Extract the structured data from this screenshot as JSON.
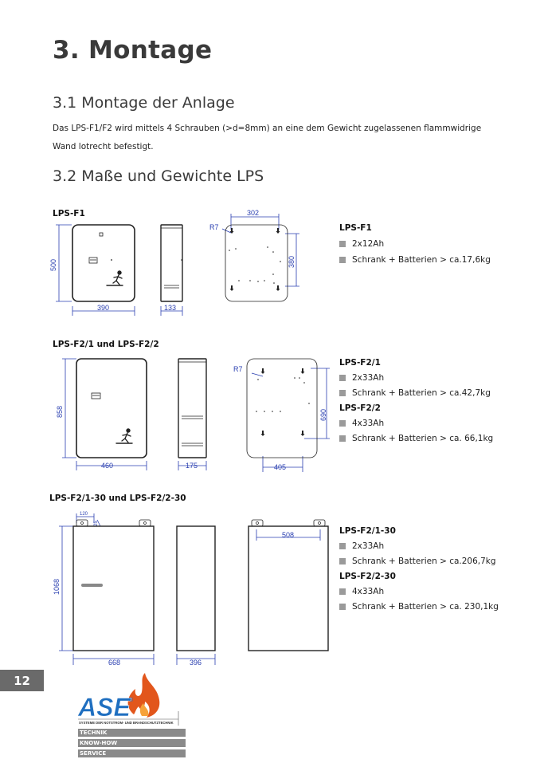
{
  "headings": {
    "h1": "3. Montage",
    "h2_1": "3.1 Montage der Anlage",
    "h2_2": "3.2 Maße und Gewichte LPS"
  },
  "paragraph": {
    "line1": "Das LPS-F1/F2 wird mittels 4 Schrauben (>d=8mm) an eine dem Gewicht zugelassenen flammwidrige",
    "line2": "Wand lotrecht befestigt."
  },
  "sections": {
    "f1": {
      "label": "LPS-F1",
      "dims": {
        "height": "500",
        "width": "390",
        "depth": "133",
        "hole_w": "302",
        "hole_h": "380",
        "radius": "R7"
      },
      "specs": [
        {
          "title": "LPS-F1",
          "items": [
            "2x12Ah",
            "Schrank + Batterien > ca.17,6kg"
          ]
        }
      ]
    },
    "f2": {
      "label": "LPS-F2/1 und LPS-F2/2",
      "dims": {
        "height": "858",
        "width": "460",
        "depth": "175",
        "hole_w": "405",
        "hole_h": "690",
        "radius": "R7"
      },
      "specs": [
        {
          "title": "LPS-F2/1",
          "items": [
            "2x33Ah",
            "Schrank + Batterien > ca.42,7kg"
          ]
        },
        {
          "title": "LPS-F2/2",
          "items": [
            "4x33Ah",
            "Schrank + Batterien > ca. 66,1kg"
          ]
        }
      ]
    },
    "f230": {
      "label": "LPS-F2/1-30 und LPS-F2/2-30",
      "dims": {
        "height": "1068",
        "width": "668",
        "depth": "396",
        "hole_w": "508",
        "bracket": "120",
        "bracket_small": "25"
      },
      "specs": [
        {
          "title": "LPS-F2/1-30",
          "items": [
            "2x33Ah",
            "Schrank + Batterien > ca.206,7kg"
          ]
        },
        {
          "title": "LPS-F2/2-30",
          "items": [
            "4x33Ah",
            "Schrank + Batterien > ca. 230,1kg"
          ]
        }
      ]
    }
  },
  "footer": {
    "page_number": "12",
    "logo_text": "ASE",
    "logo_reg": "®",
    "logo_tagline": "SYSTEME DER NOTSTROM- UND BRANDSCHUTZTECHNIK",
    "bars": [
      "TECHNIK",
      "KNOW-HOW",
      "SERVICE"
    ]
  },
  "colors": {
    "dimension": "#2a3fb0",
    "heading": "#3a3a3a",
    "logo_blue": "#1f6fc0",
    "flame": "#e2561c"
  }
}
